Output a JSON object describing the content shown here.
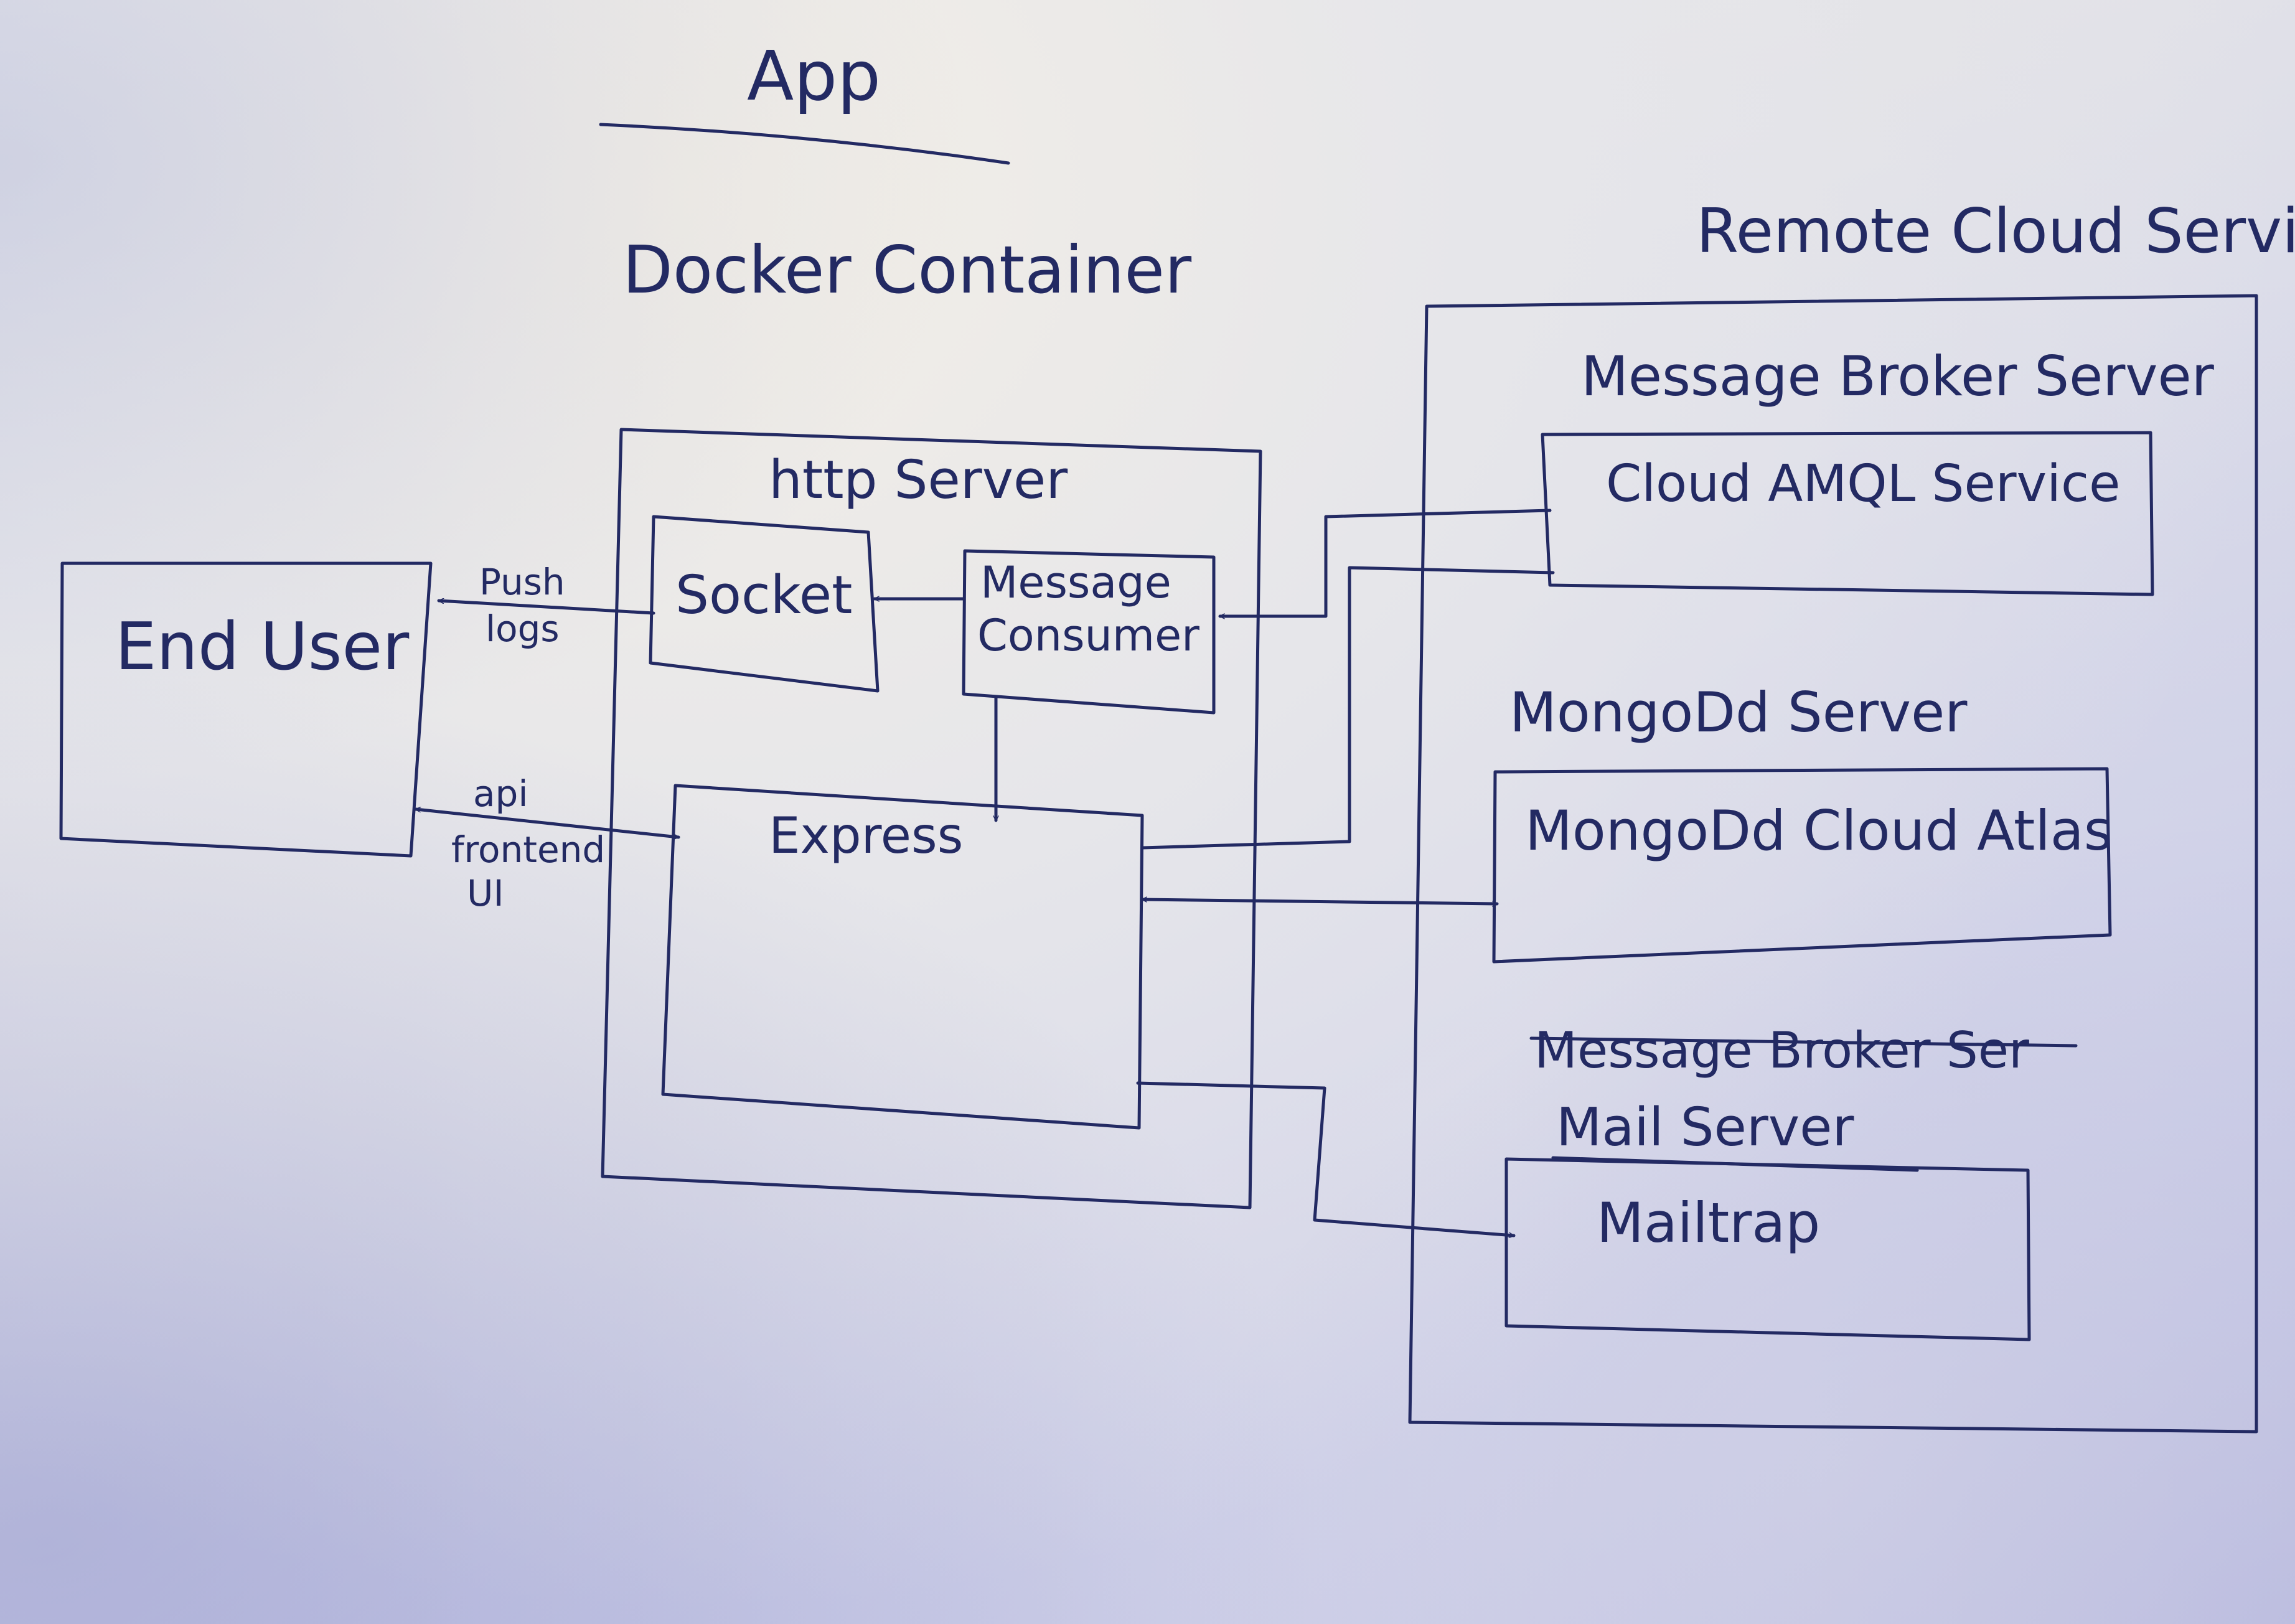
{
  "title": "App",
  "docker": {
    "label": "Docker Container",
    "http_server": {
      "label": "http Server",
      "socket": "Socket",
      "message_consumer_line1": "Message",
      "message_consumer_line2": "Consumer",
      "express": "Express"
    }
  },
  "end_user": "End User",
  "edges": {
    "push_line1": "Push",
    "push_line2": "logs",
    "api_line1": "api",
    "api_line2": "frontend",
    "api_line3": "UI"
  },
  "remote": {
    "label": "Remote Cloud Services",
    "message_broker_server": "Message Broker Server",
    "cloud_amql_service": "Cloud AMQL Service",
    "mongodb_server": "MongoDd Server",
    "mongodb_atlas": "MongoDd Cloud Atlas",
    "crossed_out": "Message Broker Ser",
    "mail_server": "Mail Server",
    "mailtrap": "Mailtrap"
  },
  "colors": {
    "ink": "#232a63"
  }
}
